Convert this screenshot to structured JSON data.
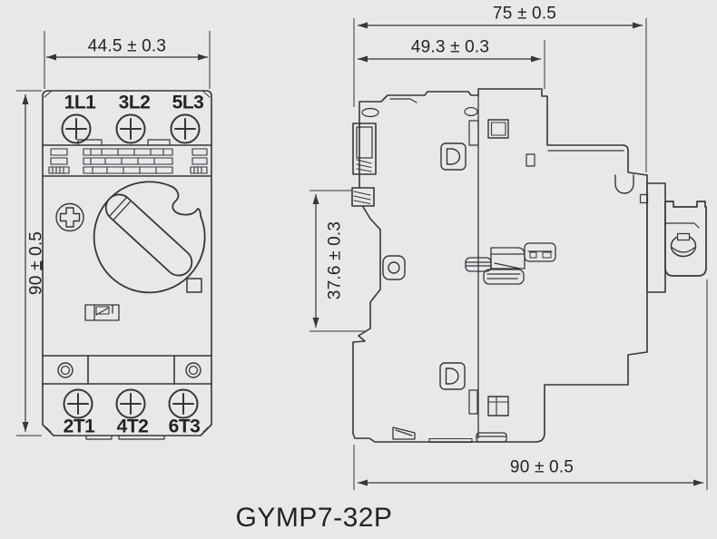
{
  "drawing": {
    "caption": "GYMP7-32P",
    "front_view": {
      "dim_width": "44.5 ± 0.3",
      "dim_height": "90 ± 0.5",
      "terminals_top": [
        "1L1",
        "3L2",
        "5L3"
      ],
      "terminals_bottom": [
        "2T1",
        "4T2",
        "6T3"
      ]
    },
    "side_view": {
      "dim_total_depth": "75 ± 0.5",
      "dim_body_depth": "49.3 ± 0.3",
      "dim_rail_section": "37.6 ± 0.3",
      "dim_overall_depth": "90 ± 0.5"
    },
    "colors": {
      "background": "#e7e8e9",
      "line": "#36363b",
      "text": "#232327"
    }
  }
}
